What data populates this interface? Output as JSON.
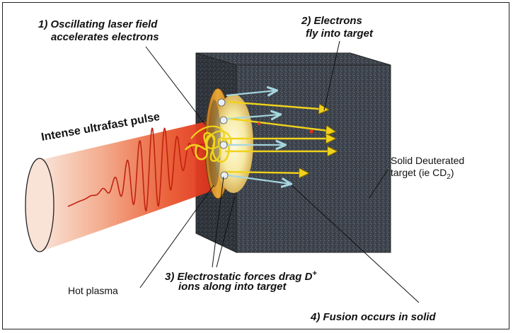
{
  "colors": {
    "target_front": "#3c424b",
    "target_side": "#2b3038",
    "target_top": "#4a5059",
    "laser_red": "#e2321b",
    "laser_light": "#f7d9cb",
    "electron_yellow": "#f0d21c",
    "arrow_cyan": "#a6d6df",
    "plasma_glow": "#fff6c2"
  },
  "labels": {
    "step1_line1": "1) Oscillating laser field",
    "step1_line2": "accelerates electrons",
    "step2_line1": "2) Electrons",
    "step2_line2": "fly into target",
    "pulse": "Intense ultrafast pulse",
    "target_line1": "Solid Deuterated",
    "target_line2_prefix": "target (ie CD",
    "target_sub": "2",
    "target_line2_suffix": ")",
    "step3_line1_prefix": "3) Electrostatic forces drag D",
    "step3_sup": "+",
    "step3_line2": "ions along into target",
    "hot_plasma": "Hot plasma",
    "step4": "4) Fusion occurs in solid"
  }
}
